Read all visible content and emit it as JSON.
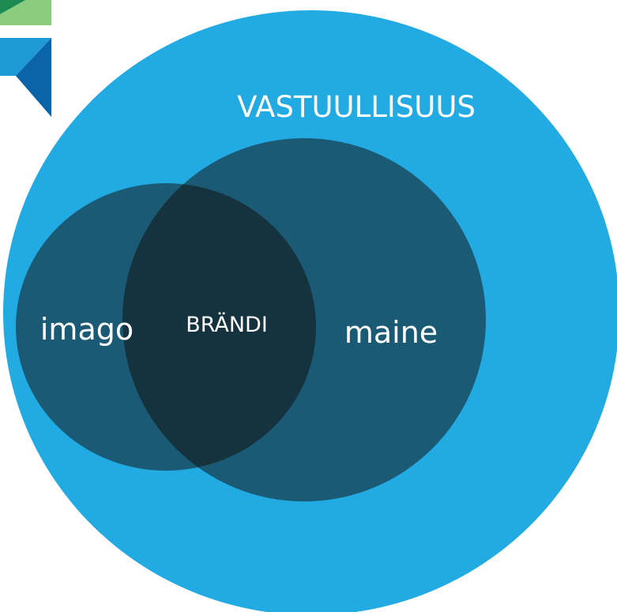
{
  "diagram": {
    "outer_label": "VASTUULLISUUS",
    "left_label": "imago",
    "center_label": "BRÄNDI",
    "right_label": "maine"
  },
  "colors": {
    "outer_circle": "#22aae2",
    "inner_circles": "#1a5a74",
    "overlap": "#15323f",
    "logo_green": "#8ccc7e",
    "logo_blue_light": "#1f9ad7",
    "logo_blue_dark": "#0b64a8"
  },
  "icons": {
    "logo": "logo-icon"
  }
}
